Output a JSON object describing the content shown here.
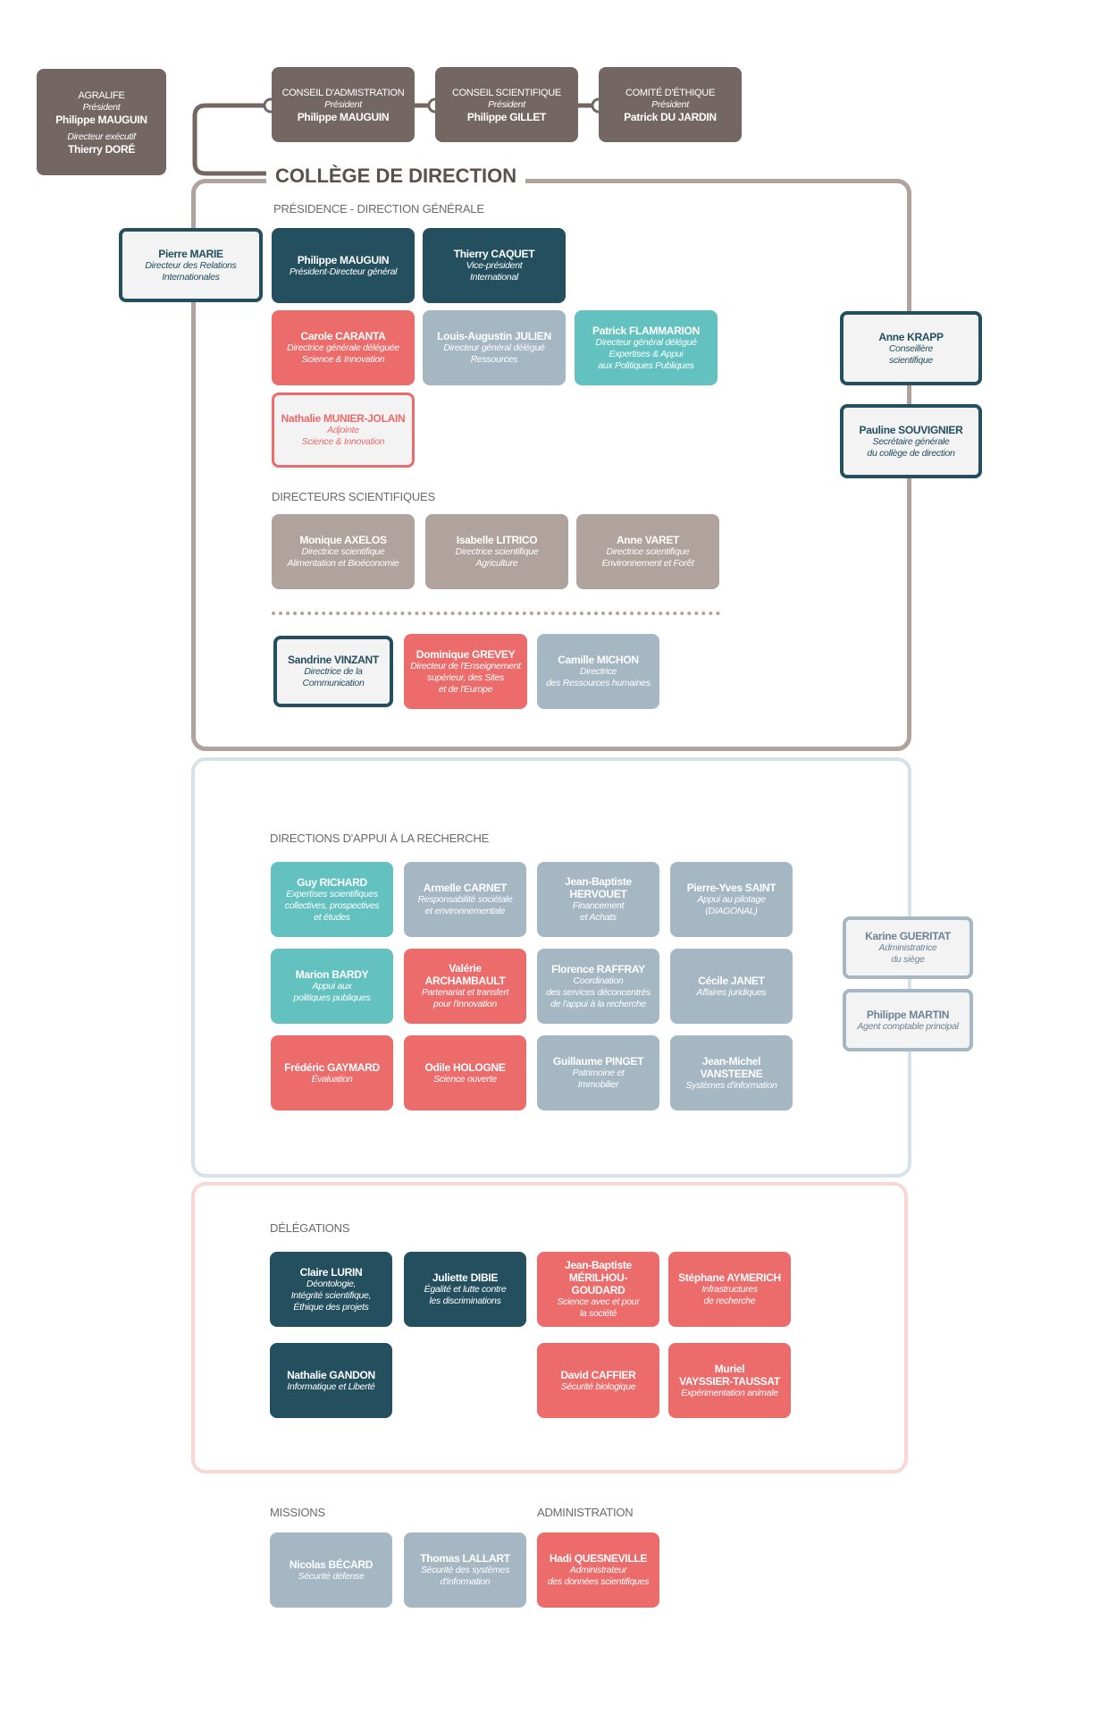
{
  "colors": {
    "navy": "#234f5e",
    "coral": "#ec6b6b",
    "grey": "#a5b7c3",
    "teal": "#63c2c0",
    "taupe": "#b0a29c",
    "dark": "#746763"
  },
  "top": [
    {
      "title": "AGRALIFE",
      "role": "Président",
      "name": "Philippe MAUGUIN",
      "role2": "Directeur exécutif",
      "name2": "Thierry DORÉ"
    },
    {
      "title": "CONSEIL D'ADMISTRATION",
      "role": "Président",
      "name": "Philippe MAUGUIN"
    },
    {
      "title": "CONSEIL SCIENTIFIQUE",
      "role": "Président",
      "name": "Philippe GILLET"
    },
    {
      "title": "COMITÉ D'ÉTHIQUE",
      "role": "Président",
      "name": "Patrick DU JARDIN"
    }
  ],
  "college": {
    "title": "COLLÈGE DE DIRECTION",
    "presidence_label": "PRÉSIDENCE - DIRECTION GÉNÉRALE",
    "presidence": [
      {
        "name": "Philippe MAUGUIN",
        "role": "Président-Directeur général"
      },
      {
        "name": "Thierry CAQUET",
        "role": "Vice-président\nInternational"
      },
      {
        "name": "Carole CARANTA",
        "role": "Directrice générale déléguée\nScience & Innovation"
      },
      {
        "name": "Louis-Augustin JULIEN",
        "role": "Directeur général délégué\nRessources"
      },
      {
        "name": "Patrick FLAMMARION",
        "role": "Directeur général délégué\nExpertises & Appui\naux Politiques Publiques"
      },
      {
        "name": "Nathalie MUNIER-JOLAIN",
        "role": "Adjointe\nScience & Innovation"
      }
    ],
    "left": {
      "name": "Pierre MARIE",
      "role": "Directeur des Relations\nInternationales"
    },
    "right": [
      {
        "name": "Anne KRAPP",
        "role": "Conseillère\nscientifique"
      },
      {
        "name": "Pauline SOUVIGNIER",
        "role": "Secrétaire générale\ndu collège de direction"
      }
    ],
    "scientific_label": "DIRECTEURS SCIENTIFIQUES",
    "scientific": [
      {
        "name": "Monique AXELOS",
        "role": "Directrice scientifique\nAlimentation et Bioéconomie"
      },
      {
        "name": "Isabelle LITRICO",
        "role": "Directrice scientifique\nAgriculture"
      },
      {
        "name": "Anne VARET",
        "role": "Directrice scientifique\nEnvironnement et Forêt"
      }
    ],
    "others": [
      {
        "name": "Sandrine VINZANT",
        "role": "Directrice de la\nCommunication"
      },
      {
        "name": "Dominique GREVEY",
        "role": "Directeur de l'Enseignement\nsupérieur, des Sites\net de l'Europe"
      },
      {
        "name": "Camille MICHON",
        "role": "Directrice\ndes Ressources humaines"
      }
    ]
  },
  "appui": {
    "label": "DIRECTIONS D'APPUI À LA RECHERCHE",
    "items": [
      {
        "name": "Guy RICHARD",
        "role": "Expertises scientifiques\ncollectives, prospectives\net études"
      },
      {
        "name": "Armelle CARNET",
        "role": "Responsabilité sociétale\net environnementale"
      },
      {
        "name": "Jean-Baptiste HERVOUET",
        "role": "Financement\net Achats"
      },
      {
        "name": "Pierre-Yves SAINT",
        "role": "Appui au pilotage\n(DIAGONAL)"
      },
      {
        "name": "Marion BARDY",
        "role": "Appui aux\npolitiques publiques"
      },
      {
        "name": "Valérie ARCHAMBAULT",
        "role": "Partenariat et transfert\npour l'innovation"
      },
      {
        "name": "Florence RAFFRAY",
        "role": "Coordination\ndes services déconcentrés\nde l'appui à la recherche"
      },
      {
        "name": "Cécile JANET",
        "role": "Affaires juridiques"
      },
      {
        "name": "Frédéric GAYMARD",
        "role": "Évaluation"
      },
      {
        "name": "Odile HOLOGNE",
        "role": "Science ouverte"
      },
      {
        "name": "Guillaume PINGET",
        "role": "Patrimoine et\nImmobilier"
      },
      {
        "name": "Jean-Michel VANSTEENE",
        "role": "Systèmes d'information"
      }
    ],
    "right": [
      {
        "name": "Karine GUERITAT",
        "role": "Administratrice\ndu siège"
      },
      {
        "name": "Philippe MARTIN",
        "role": "Agent comptable principal"
      }
    ]
  },
  "delegations": {
    "label": "DÉLÉGATIONS",
    "items": [
      {
        "name": "Claire LURIN",
        "role": "Déontologie,\nIntégrité scientifique,\nÉthique des projets"
      },
      {
        "name": "Juliette DIBIE",
        "role": "Égalité et lutte contre\nles discriminations"
      },
      {
        "name": "Jean-Baptiste\nMÉRILHOU-GOUDARD",
        "role": "Science avec et pour\nla société"
      },
      {
        "name": "Stéphane AYMERICH",
        "role": "Infrastructures\nde recherche"
      },
      {
        "name": "Nathalie GANDON",
        "role": "Informatique et Liberté"
      },
      {
        "name": "David CAFFIER",
        "role": "Sécurité biologique"
      },
      {
        "name": "Muriel\nVAYSSIER-TAUSSAT",
        "role": "Expérimentation animale"
      }
    ]
  },
  "missions": {
    "label": "MISSIONS",
    "items": [
      {
        "name": "Nicolas BÉCARD",
        "role": "Sécurité défense"
      },
      {
        "name": "Thomas LALLART",
        "role": "Sécurité des systèmes\nd'information"
      }
    ]
  },
  "administration": {
    "label": "ADMINISTRATION",
    "items": [
      {
        "name": "Hadi QUESNEVILLE",
        "role": "Administrateur\ndes données scientifiques"
      }
    ]
  }
}
